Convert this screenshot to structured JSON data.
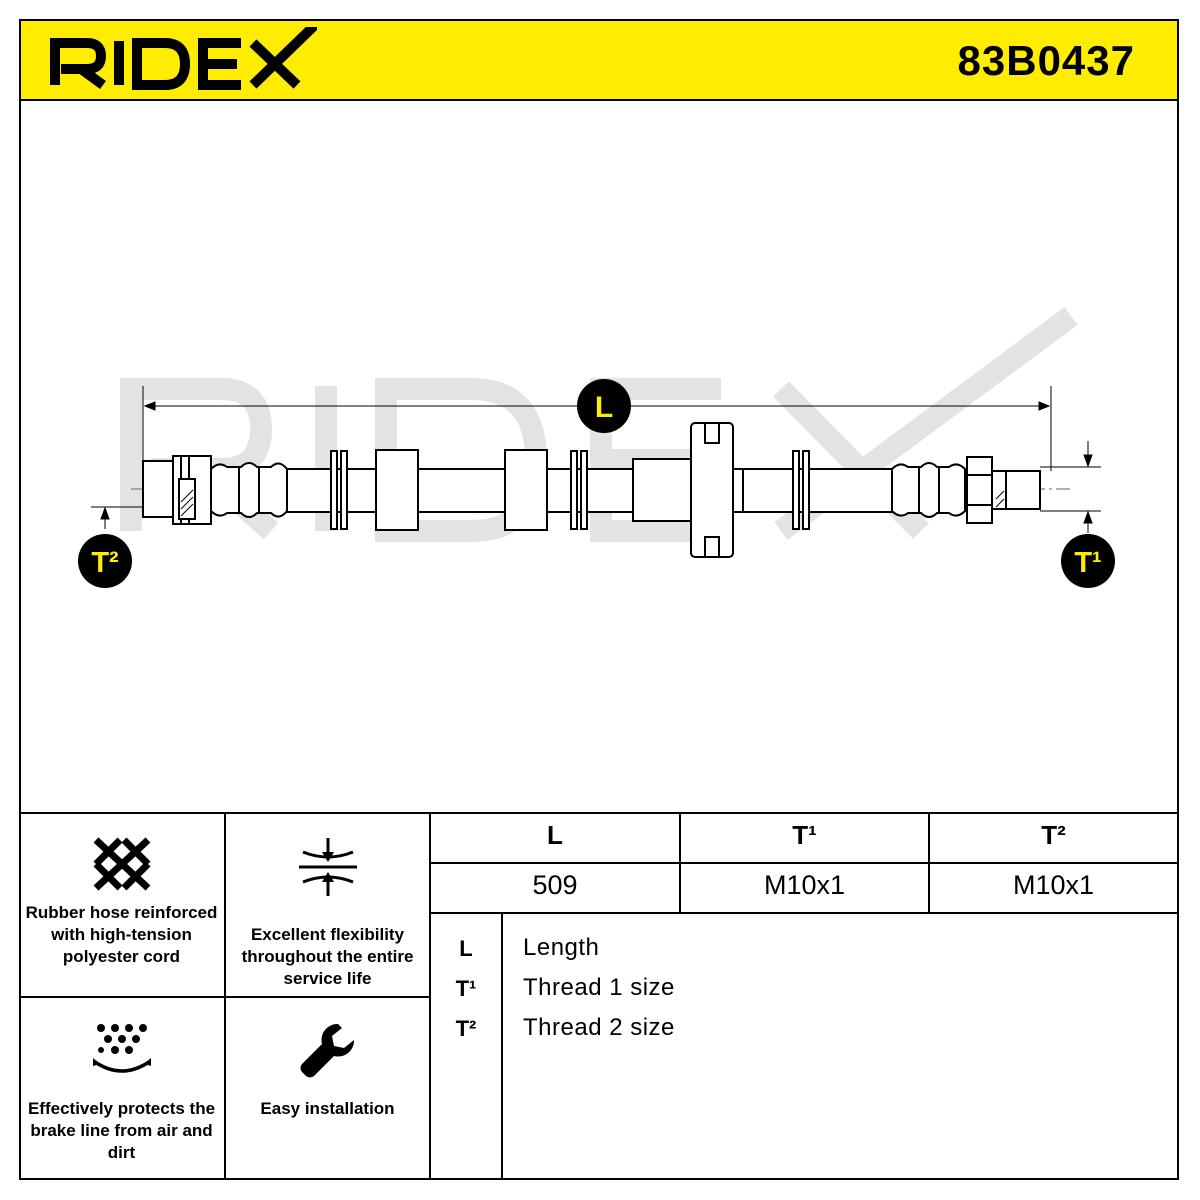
{
  "header": {
    "brand": "RIDEX",
    "part_number": "83B0437",
    "brand_color": "#ffed00"
  },
  "diagram": {
    "length_marker": "L",
    "thread1_marker": "T¹",
    "thread2_marker": "T²",
    "watermark": "RIDEX"
  },
  "features": [
    {
      "icon": "cross-weave-icon",
      "text": "Rubber hose reinforced with high-tension polyester cord"
    },
    {
      "icon": "compression-arrows-icon",
      "text": "Excellent flexibility throughout the entire service life"
    },
    {
      "icon": "dust-shield-icon",
      "text": "Effectively protects the brake line from air and dirt"
    },
    {
      "icon": "wrench-icon",
      "text": "Easy installation"
    }
  ],
  "spec_table": {
    "headers": [
      "L",
      "T¹",
      "T²"
    ],
    "values": [
      "509",
      "M10x1",
      "M10x1"
    ]
  },
  "legend": [
    {
      "key": "L",
      "label": "Length"
    },
    {
      "key": "T¹",
      "label": "Thread 1 size"
    },
    {
      "key": "T²",
      "label": "Thread 2 size"
    }
  ]
}
